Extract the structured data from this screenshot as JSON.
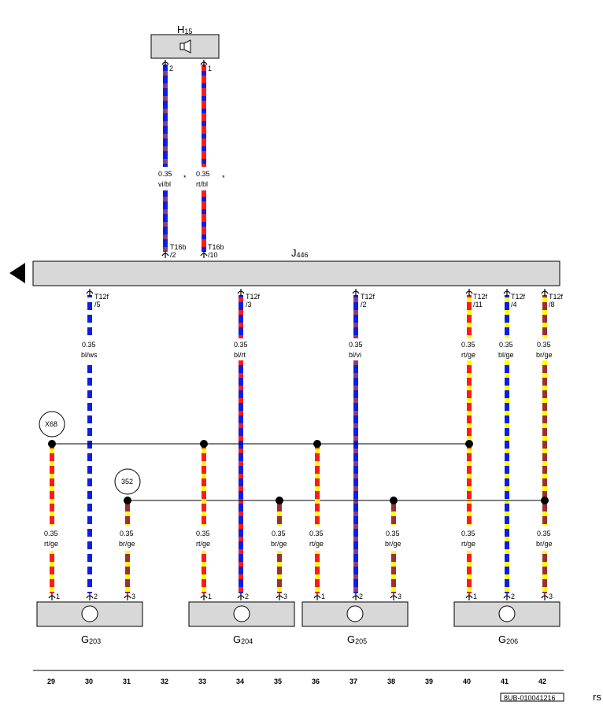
{
  "colors": {
    "vi": "#8e3d7a",
    "bl": "#0a1ee6",
    "rt": "#ff1a1a",
    "ge": "#ffff00",
    "br": "#9b3030",
    "ws": "#ffffff",
    "component_fill": "#d8d8d8"
  },
  "speaker": {
    "name": "H",
    "sub": "15",
    "pins": [
      "2",
      "1"
    ]
  },
  "module": {
    "name": "J",
    "sub": "446"
  },
  "top_wires": [
    {
      "size": "0.35",
      "color": "vi/bl",
      "connector": "T16b",
      "pin": "/2"
    },
    {
      "size": "0.35",
      "color": "rt/bl",
      "connector": "T16b",
      "pin": "/10"
    }
  ],
  "module_wires": [
    {
      "connector": "T12f",
      "pin": "/5",
      "size": "0.35",
      "color": "bl/ws"
    },
    {
      "connector": "T12f",
      "pin": "/3",
      "size": "0.35",
      "color": "bl/rt"
    },
    {
      "connector": "T12f",
      "pin": "/2",
      "size": "0.35",
      "color": "bl/vi"
    },
    {
      "connector": "T12f",
      "pin": "/11",
      "size": "0.35",
      "color": "rt/ge"
    },
    {
      "connector": "T12f",
      "pin": "/4",
      "size": "0.35",
      "color": "bl/ge"
    },
    {
      "connector": "T12f",
      "pin": "/8",
      "size": "0.35",
      "color": "br/ge"
    }
  ],
  "junctions": [
    "X68",
    "352"
  ],
  "sensor_wires": [
    {
      "size": "0.35",
      "color": "rt/ge"
    },
    {
      "size": "0.35",
      "color": "br/ge"
    },
    {
      "size": "0.35",
      "color": "rt/ge"
    },
    {
      "size": "0.35",
      "color": "br/ge"
    },
    {
      "size": "0.35",
      "color": "rt/ge"
    },
    {
      "size": "0.35",
      "color": "br/ge"
    },
    {
      "size": "0.35",
      "color": "rt/ge"
    },
    {
      "size": "0.35",
      "color": "br/ge"
    }
  ],
  "sensor_pins": [
    "1",
    "2",
    "3",
    "1",
    "2",
    "3",
    "1",
    "2",
    "3",
    "1",
    "2",
    "3"
  ],
  "sensors": [
    {
      "name": "G",
      "sub": "203"
    },
    {
      "name": "G",
      "sub": "204"
    },
    {
      "name": "G",
      "sub": "205"
    },
    {
      "name": "G",
      "sub": "206"
    }
  ],
  "footer_numbers": [
    "29",
    "30",
    "31",
    "32",
    "33",
    "34",
    "35",
    "36",
    "37",
    "38",
    "39",
    "40",
    "41",
    "42"
  ],
  "doc_id": "8UB-010041216",
  "corner_text": "rs"
}
